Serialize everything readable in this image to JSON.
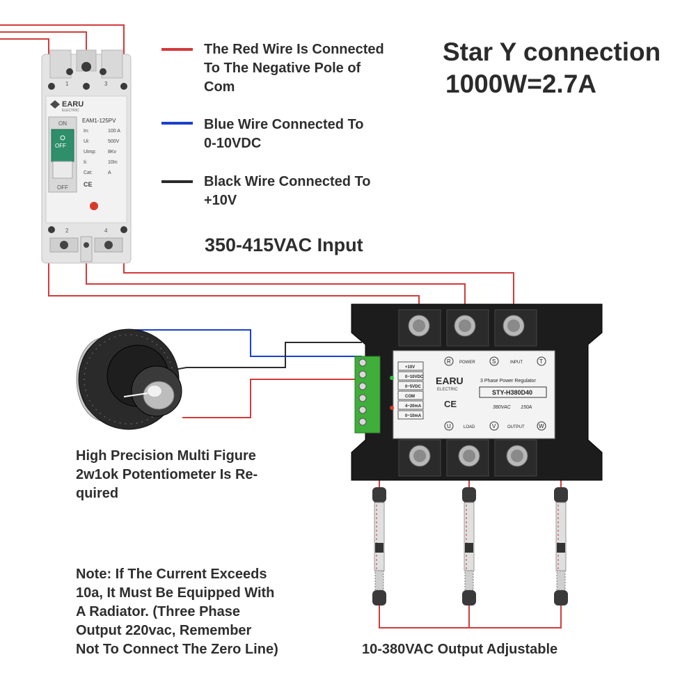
{
  "legend": [
    {
      "color": "#d33a3a",
      "text": "The Red Wire Is Connected\nTo The Negative Pole of\nCom"
    },
    {
      "color": "#1a3fcf",
      "text": "Blue Wire Connected To\n0-10VDC"
    },
    {
      "color": "#2b2b2b",
      "text": "Black Wire Connected To\n+10V"
    }
  ],
  "header": {
    "title_line1": "Star Y connection",
    "title_line2": "1000W=2.7A"
  },
  "input_label": "350-415VAC Input",
  "potentiometer_caption": "High Precision Multi Figure\n2w1ok Potentiometer Is Re-\nquired",
  "note": "Note: If The Current Exceeds\n10a, It Must Be Equipped With\nA Radiator. (Three Phase\nOutput 220vac, Remember\nNot To Connect The Zero Line)",
  "output_label": "10-380VAC Output Adjustable",
  "breaker": {
    "brand": "EARU",
    "brand_sub": "ELECTRIC",
    "model": "EAM1-125PV",
    "on_label": "ON",
    "off_label": "OFF",
    "specs": [
      {
        "k": "In:",
        "v": "100 A"
      },
      {
        "k": "Ui:",
        "v": "500V"
      },
      {
        "k": "Uimp:",
        "v": "8Kv"
      },
      {
        "k": "Ii:",
        "v": "10In"
      },
      {
        "k": "Cat:",
        "v": "A"
      }
    ],
    "terminal_top": [
      "1",
      "3"
    ],
    "terminal_bottom": [
      "2",
      "4"
    ]
  },
  "regulator": {
    "brand": "EARU",
    "brand_sub": "ELECTRIC",
    "ce_mark": "CE",
    "product_name": "3 Phase Power Regulator",
    "model": "STY-H380D40",
    "rating_voltage": "380VAC",
    "rating_current": "150A",
    "input_terminals": [
      "R",
      "S",
      "T"
    ],
    "input_labels": [
      "POWER",
      "INPUT"
    ],
    "output_terminals": [
      "U",
      "V",
      "W"
    ],
    "output_labels": [
      "LOAD",
      "OUTPUT"
    ],
    "control_pins": [
      "+10V",
      "0~10VDC",
      "0~5VDC",
      "COM",
      "4~20mA",
      "0~10mA"
    ]
  },
  "colors": {
    "red_wire": "#d33a3a",
    "blue_wire": "#1a3fcf",
    "black_wire": "#2b2b2b",
    "breaker_body": "#e4e4e4",
    "breaker_switch": "#2e8f6a",
    "regulator_body": "#1c1c1c",
    "terminal_green": "#3fae3a"
  }
}
